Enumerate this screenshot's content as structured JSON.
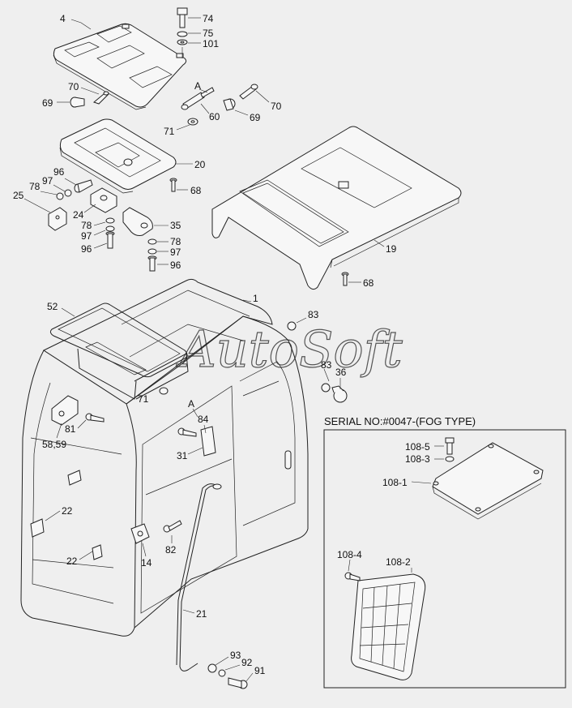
{
  "watermark": "AutoSoft",
  "serial_note": "SERIAL NO:#0047-(FOG TYPE)",
  "labels": {
    "p4": "4",
    "p74": "74",
    "p75": "75",
    "p101": "101",
    "p70a": "70",
    "p69a": "69",
    "pA1": "A",
    "p60": "60",
    "p70b": "70",
    "p69b": "69",
    "p71a": "71",
    "p20": "20",
    "p68a": "68",
    "p96a": "96",
    "p97a": "97",
    "p78a": "78",
    "p25": "25",
    "p24": "24",
    "p78b": "78",
    "p97b": "97",
    "p96b": "96",
    "p35": "35",
    "p78c": "78",
    "p97c": "97",
    "p96c": "96",
    "p19": "19",
    "p68b": "68",
    "p52": "52",
    "p1": "1",
    "p83a": "83",
    "p83b": "83",
    "p36": "36",
    "p71b": "71",
    "pA2": "A",
    "p84": "84",
    "p31": "31",
    "p81": "81",
    "p5859": "58,59",
    "p22a": "22",
    "p22b": "22",
    "p14": "14",
    "p82": "82",
    "p21": "21",
    "p93": "93",
    "p92": "92",
    "p91": "91",
    "p1085": "108-5",
    "p1083": "108-3",
    "p1081": "108-1",
    "p1084": "108-4",
    "p1082": "108-2"
  }
}
